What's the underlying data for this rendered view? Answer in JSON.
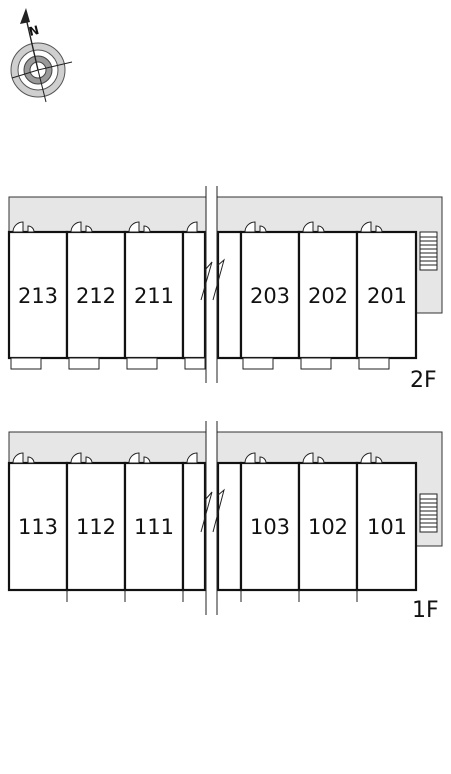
{
  "compass": {
    "north_label": "N"
  },
  "floors": [
    {
      "label": "2F",
      "units_left": [
        "213",
        "212",
        "211"
      ],
      "units_right": [
        "203",
        "202",
        "201"
      ]
    },
    {
      "label": "1F",
      "units_left": [
        "113",
        "112",
        "111"
      ],
      "units_right": [
        "103",
        "102",
        "101"
      ]
    }
  ]
}
